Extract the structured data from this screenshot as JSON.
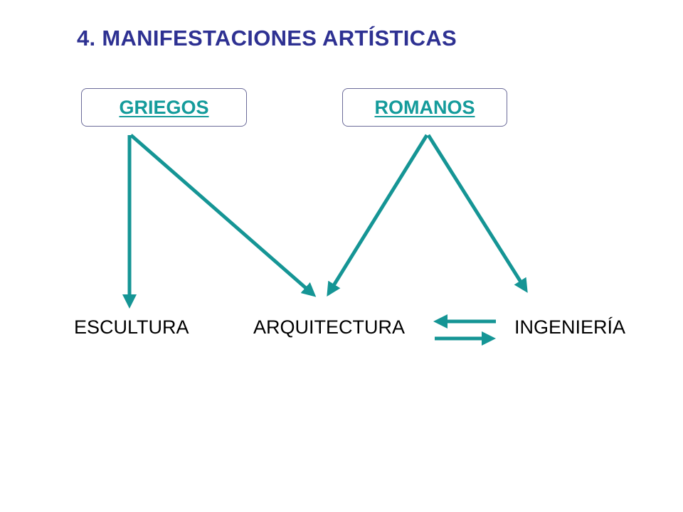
{
  "title": "4. MANIFESTACIONES ARTÍSTICAS",
  "boxes": {
    "griegos": "GRIEGOS",
    "romanos": "ROMANOS"
  },
  "terms": {
    "escultura": "ESCULTURA",
    "arquitectura": "ARQUITECTURA",
    "ingenieria": "INGENIERÍA"
  },
  "colors": {
    "title": "#2e3192",
    "accent": "#149b9b",
    "arrow": "#159595"
  }
}
